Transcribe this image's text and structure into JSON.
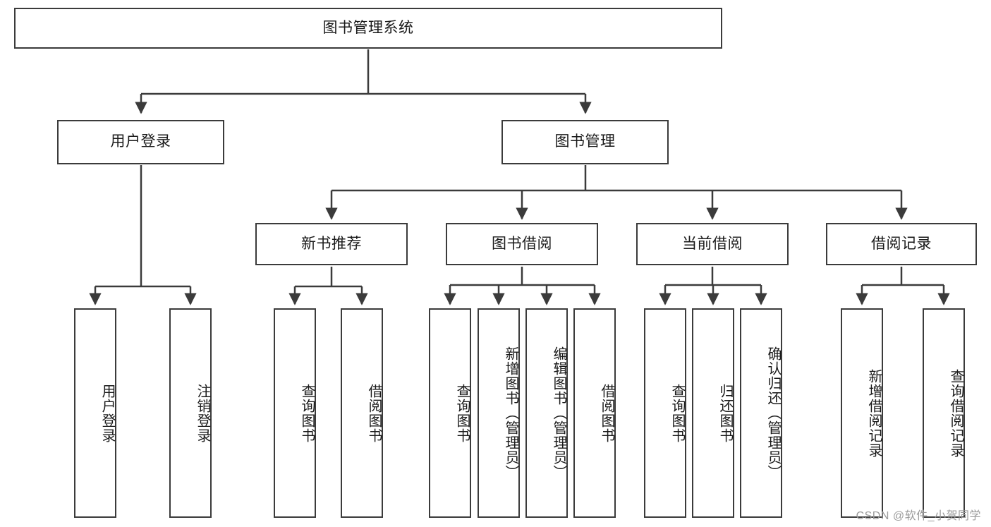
{
  "diagram": {
    "type": "tree",
    "title": "图书管理系统",
    "root": {
      "label": "图书管理系统"
    },
    "level2": [
      {
        "label": "用户登录"
      },
      {
        "label": "图书管理"
      }
    ],
    "level3": [
      {
        "label": "新书推荐"
      },
      {
        "label": "图书借阅"
      },
      {
        "label": "当前借阅"
      },
      {
        "label": "借阅记录"
      }
    ],
    "leaves_user_login": [
      {
        "label": "用户登录"
      },
      {
        "label": "注销登录"
      }
    ],
    "leaves_new_book": [
      {
        "label": "查询图书"
      },
      {
        "label": "借阅图书"
      }
    ],
    "leaves_borrow": [
      {
        "label": "查询图书"
      },
      {
        "label": "新增图书（管理员）"
      },
      {
        "label": "编辑图书（管理员）"
      },
      {
        "label": "借阅图书"
      }
    ],
    "leaves_current": [
      {
        "label": "查询图书"
      },
      {
        "label": "归还图书"
      },
      {
        "label": "确认归还（管理员）"
      }
    ],
    "leaves_records": [
      {
        "label": "新增借阅记录"
      },
      {
        "label": "查询借阅记录"
      }
    ]
  },
  "watermark": {
    "text": "CSDN @软件_小贺同学"
  },
  "colors": {
    "stroke": "#3b3b3b",
    "fill": "#ffffff",
    "text": "#1a1a1a",
    "watermark": "#9a9a9a"
  }
}
